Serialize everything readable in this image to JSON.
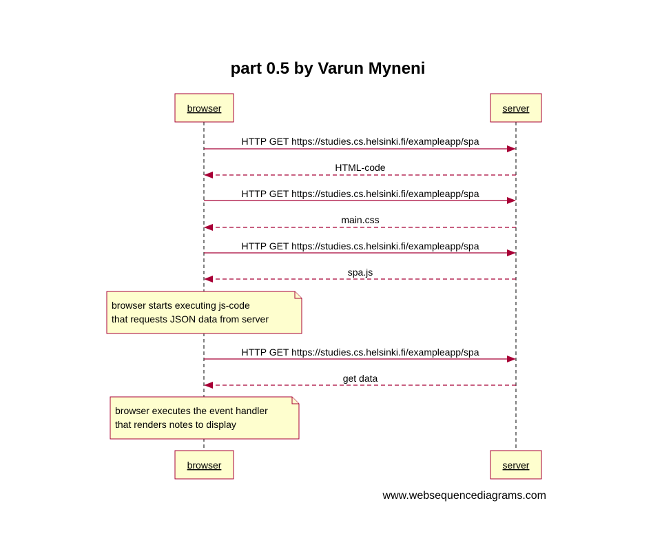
{
  "title": "part 0.5 by Varun Myneni",
  "participants": [
    {
      "id": "browser",
      "label": "browser"
    },
    {
      "id": "server",
      "label": "server"
    }
  ],
  "messages": [
    {
      "from": "browser",
      "to": "server",
      "label": "HTTP GET https://studies.cs.helsinki.fi/exampleapp/spa",
      "style": "solid"
    },
    {
      "from": "server",
      "to": "browser",
      "label": "HTML-code",
      "style": "dashed"
    },
    {
      "from": "browser",
      "to": "server",
      "label": "HTTP GET https://studies.cs.helsinki.fi/exampleapp/spa",
      "style": "solid"
    },
    {
      "from": "server",
      "to": "browser",
      "label": "main.css",
      "style": "dashed"
    },
    {
      "from": "browser",
      "to": "server",
      "label": "HTTP GET https://studies.cs.helsinki.fi/exampleapp/spa",
      "style": "solid"
    },
    {
      "from": "server",
      "to": "browser",
      "label": "spa.js",
      "style": "dashed"
    },
    {
      "from": "browser",
      "to": "server",
      "label": "HTTP GET https://studies.cs.helsinki.fi/exampleapp/spa",
      "style": "solid"
    },
    {
      "from": "server",
      "to": "browser",
      "label": "get data",
      "style": "dashed"
    }
  ],
  "notes": [
    {
      "over": "browser",
      "lines": [
        "browser starts executing js-code",
        "that requests JSON data from server"
      ]
    },
    {
      "over": "browser",
      "lines": [
        "browser executes the event handler",
        "that renders notes to display"
      ]
    }
  ],
  "footer": "www.websequencediagrams.com",
  "colors": {
    "accent": "#a80036",
    "box_fill": "#fefece"
  }
}
